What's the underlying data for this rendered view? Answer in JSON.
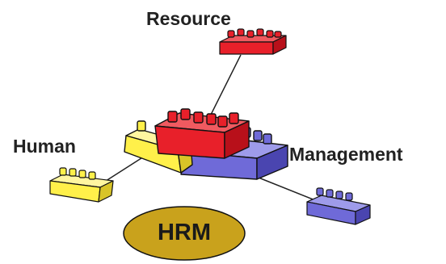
{
  "labels": {
    "resource": "Resource",
    "human": "Human",
    "management": "Management",
    "center": "HRM"
  },
  "colors": {
    "red": "#e8202a",
    "yellow": "#fff04a",
    "blue": "#6f6ad8",
    "hub_fill": "#c9a21c",
    "outline": "#111111",
    "connector": "#222222"
  },
  "icons": {
    "resource": "red-lego-brick-icon",
    "human": "yellow-lego-brick-icon",
    "management": "blue-lego-brick-icon",
    "hub": "stacked-lego-bricks-icon"
  }
}
